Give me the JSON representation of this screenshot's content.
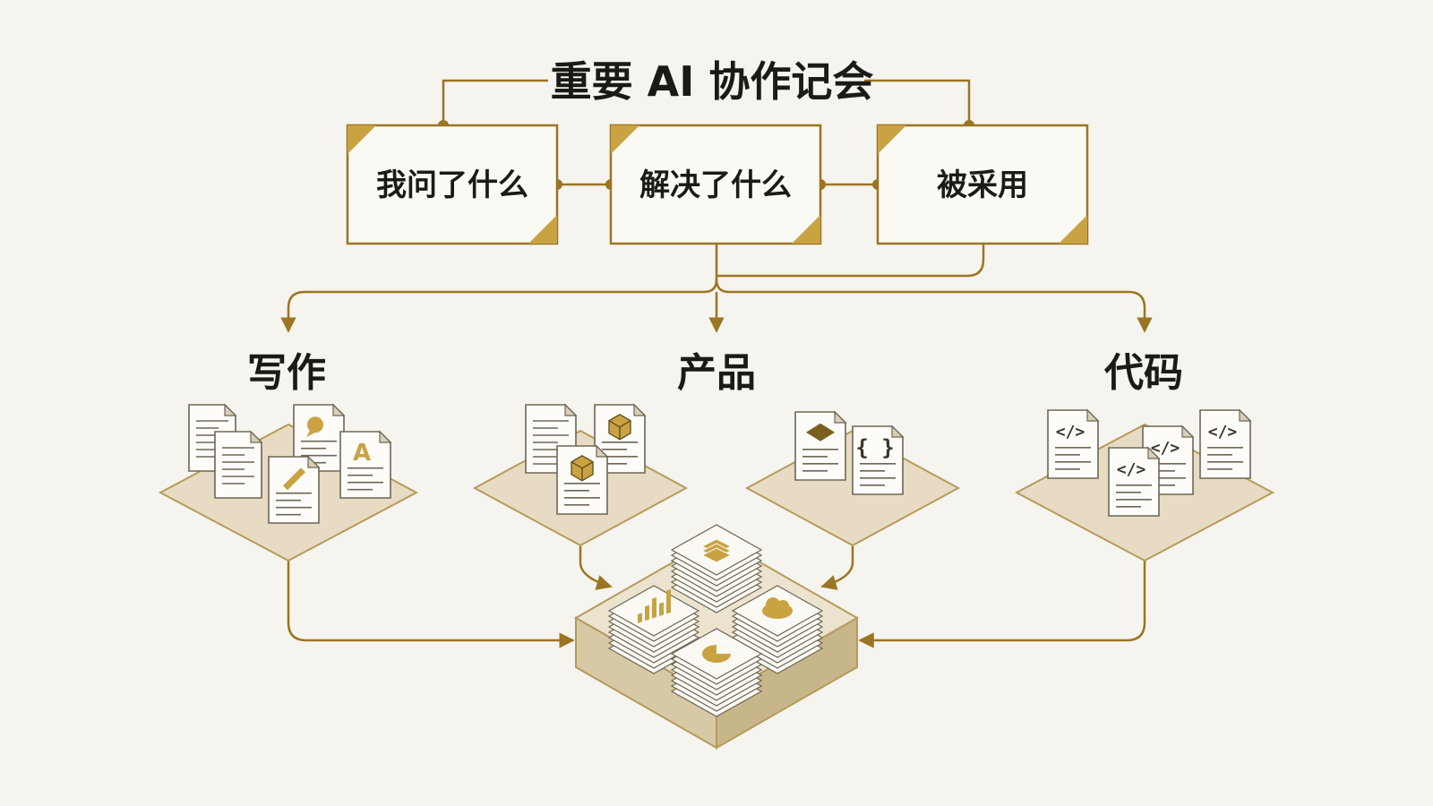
{
  "title": "重要 AI 协作记会",
  "steps": [
    {
      "label": "我问了什么"
    },
    {
      "label": "解决了什么"
    },
    {
      "label": "被采用"
    }
  ],
  "categories": [
    {
      "label": "写作"
    },
    {
      "label": "产品"
    },
    {
      "label": "代码"
    }
  ],
  "icons": {
    "writing": [
      "text-document-icon",
      "text-document-icon",
      "speech-bubble-document-icon",
      "pencil-document-icon",
      "letter-a-document-icon"
    ],
    "product_left": [
      "text-document-icon",
      "cube-document-icon",
      "cube-document-icon"
    ],
    "product_right": [
      "diamond-document-icon",
      "curly-braces-document-icon"
    ],
    "code": [
      "code-document-icon",
      "code-document-icon",
      "code-document-icon",
      "code-document-icon"
    ],
    "archive": [
      "layers-icon",
      "bar-chart-icon",
      "cloud-icon",
      "pie-chart-icon"
    ],
    "code_tag_text": "</>",
    "braces_text": "{ }",
    "letter_text": "A"
  },
  "colors": {
    "background": "#f6f4ee",
    "gold": "#9a7522",
    "gold_fill": "#c9a342",
    "platform": "#e7dcc3",
    "platform_edge": "#b59a5c",
    "text": "#1c1a16"
  }
}
